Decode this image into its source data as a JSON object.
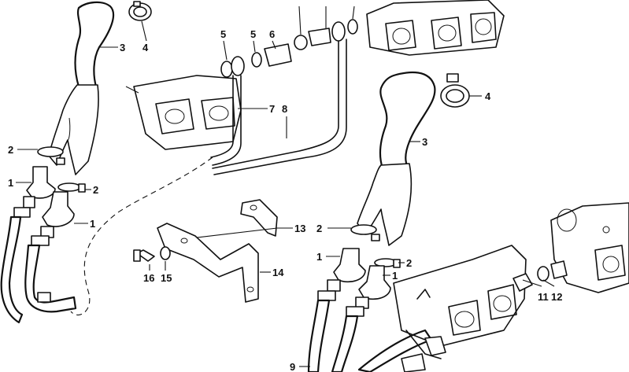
{
  "callouts": [
    {
      "id": "c-3-top",
      "text": "3"
    },
    {
      "id": "c-4-top",
      "text": "4"
    },
    {
      "id": "c-5a",
      "text": "5"
    },
    {
      "id": "c-5b",
      "text": "5"
    },
    {
      "id": "c-6",
      "text": "6"
    },
    {
      "id": "c-7",
      "text": "7"
    },
    {
      "id": "c-8",
      "text": "8"
    },
    {
      "id": "c-2-left",
      "text": "2"
    },
    {
      "id": "c-1-left-a",
      "text": "1"
    },
    {
      "id": "c-2-left-b",
      "text": "2"
    },
    {
      "id": "c-1-left-b",
      "text": "1"
    },
    {
      "id": "c-4-right",
      "text": "4"
    },
    {
      "id": "c-3-right",
      "text": "3"
    },
    {
      "id": "c-13",
      "text": "13"
    },
    {
      "id": "c-14",
      "text": "14"
    },
    {
      "id": "c-16",
      "text": "16"
    },
    {
      "id": "c-15",
      "text": "15"
    },
    {
      "id": "c-2-right",
      "text": "2"
    },
    {
      "id": "c-1-right",
      "text": "1"
    },
    {
      "id": "c-2-right-b",
      "text": "2"
    },
    {
      "id": "c-1-right-b",
      "text": "1"
    },
    {
      "id": "c-11",
      "text": "11"
    },
    {
      "id": "c-12",
      "text": "12"
    },
    {
      "id": "c-9",
      "text": "9"
    }
  ]
}
